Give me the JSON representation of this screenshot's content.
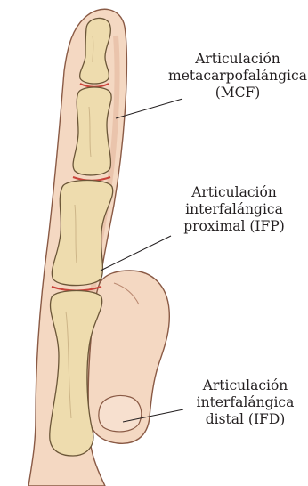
{
  "colors": {
    "skin_fill": "#f4d8c2",
    "skin_shadow": "#e2b79c",
    "skin_outline": "#8a5a45",
    "bone_fill": "#eedcae",
    "bone_outline": "#6b5638",
    "joint_red": "#c9433a",
    "leader_line": "#231f20"
  },
  "labels": {
    "mcf": {
      "line1": "Articulación",
      "line2": "metacarpofalángica",
      "line3": "(MCF)"
    },
    "ifp": {
      "line1": "Articulación",
      "line2": "interfalángica",
      "line3": "proximal (IFP)"
    },
    "ifd": {
      "line1": "Articulación",
      "line2": "interfalángica",
      "line3": "distal (IFD)"
    }
  }
}
